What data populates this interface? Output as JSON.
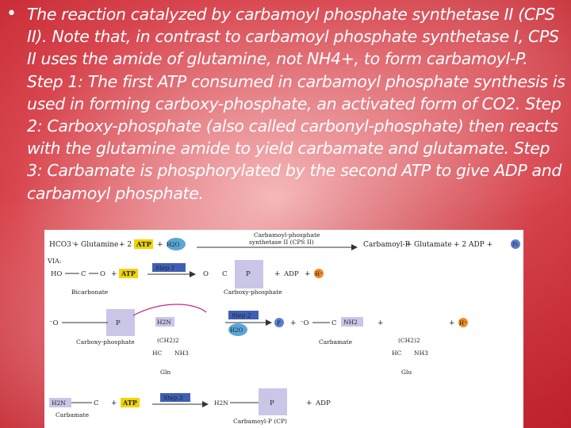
{
  "slide": {
    "bullet_icon": "bullet-dot",
    "text": "The reaction catalyzed by carbamoyl phosphate synthetase II (CPS II). Note that, in contrast to carbamoyl phosphate synthetase I, CPS II uses the amide of glutamine, not NH4+, to form carbamoyl-P. Step 1: The first ATP consumed in carbamoyl phosphate synthesis is used in forming carboxy-phosphate, an activated form of CO2. Step 2: Carboxy-phosphate (also called carbonyl-phosphate) then reacts with the glutamine amide to yield carbamate and glutamate. Step 3: Carbamate is phosphorylated by the second ATP to give ADP and carbamoyl phosphate."
  },
  "figure": {
    "overall": {
      "bicarb": "HCO3⁻",
      "plus1": "+",
      "glutamine": "Glutamine",
      "plus2": "+ 2",
      "atp": "ATP",
      "plus3": "+",
      "water": "H2O",
      "enzyme_line1": "Carbamoyl-phosphate",
      "enzyme_line2": "synthetase II (CPS II)",
      "product1": "Carbamoyl-P",
      "plus4": "+",
      "product2": "Glutamate",
      "plus5": "+ 2 ADP +",
      "pi": "Pi"
    },
    "via": "VIA:",
    "step1": {
      "label": "Step 1",
      "left_name": "Bicarbonate",
      "product_name": "Carboxy-phosphate",
      "atp": "ATP",
      "adp": "ADP",
      "h": "H⁺",
      "ho": "HO",
      "c": "C",
      "o": "O",
      "p": "P"
    },
    "step2": {
      "label": "Step 2",
      "left_name": "Carboxy-phosphate",
      "gln_top": "H2N",
      "gln_ch2": "(CH2)2",
      "gln_hc": "HC",
      "gln_nh3": "NH3",
      "gln_name": "Gln",
      "water": "H2O",
      "pi": "P",
      "carbamate_name": "Carbamate",
      "nh2": "NH2",
      "glu_name": "Glu",
      "h": "H⁺"
    },
    "step3": {
      "label": "Step 3",
      "left": "H2N",
      "left_name": "Carbamate",
      "atp": "ATP",
      "product_name": "Carbamoyl-P (CP)",
      "adp": "ADP",
      "h2n": "H2N"
    }
  }
}
